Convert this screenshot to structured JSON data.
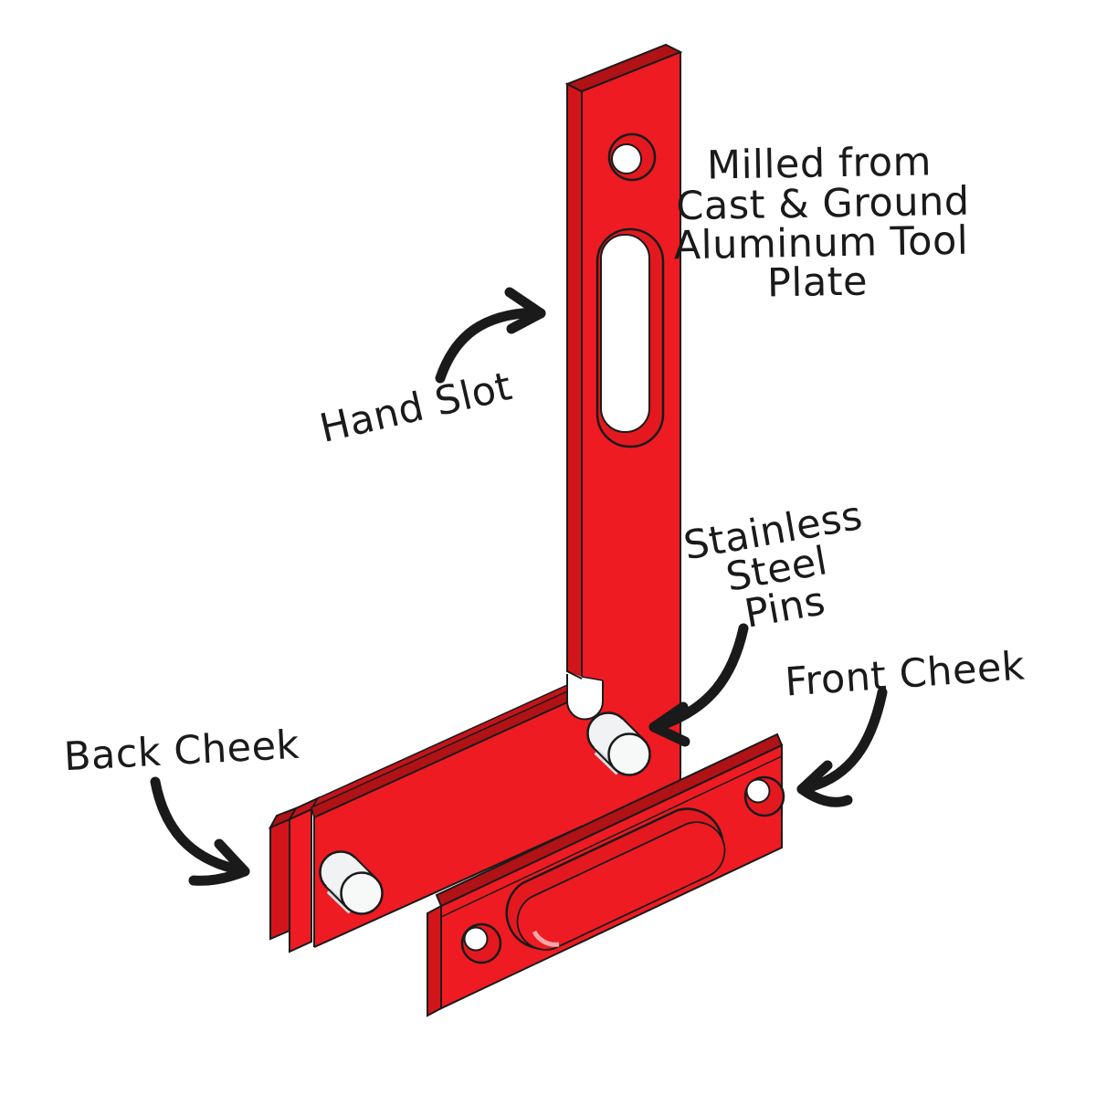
{
  "diagram": {
    "labels": {
      "material_note_line1": "Milled from",
      "material_note_line2": "Cast & Ground",
      "material_note_line3": "Aluminum Tool",
      "material_note_line4": "Plate",
      "hand_slot": "Hand Slot",
      "stainless_line1": "Stainless",
      "stainless_line2": "Steel",
      "stainless_line3": "Pins",
      "front_cheek": "Front Cheek",
      "back_cheek": "Back Cheek"
    }
  },
  "colors": {
    "part_red": "#EE1B22",
    "part_red_top": "#B01216",
    "part_red_side": "#D2151A",
    "part_red_dark": "#C3141A",
    "part_red_recess": "#E3191F",
    "highlight_pink": "#F7A8A8",
    "pin_light": "#F0F2F3",
    "pin_face": "#F7F9F9",
    "pin_shade": "#D9DDDF",
    "ink": "#1A1A1A",
    "background": "#FFFFFF"
  }
}
